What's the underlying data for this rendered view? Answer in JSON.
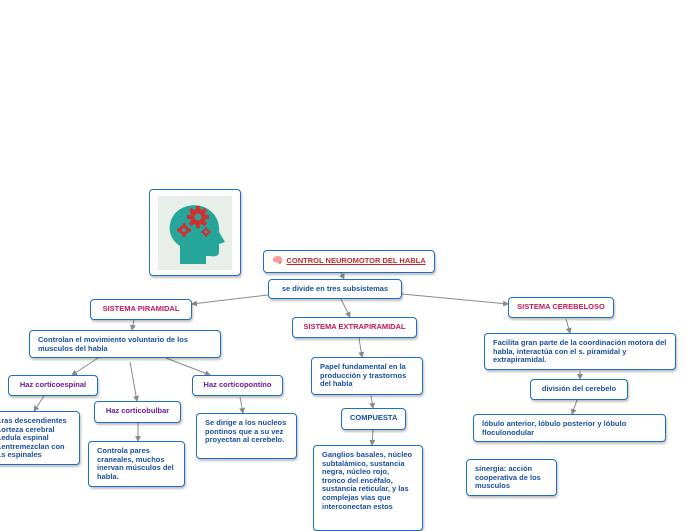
{
  "root": {
    "label": "CONTROL NEUROMOTOR DEL HABLA",
    "icon": "brain-icon"
  },
  "intro": "se divide en tres subsistemas",
  "piramidal": {
    "title": "SISTEMA PIRAMIDAL",
    "desc": "Controlan el movimiento voluntario de los musculos del habla",
    "corticoespinal": {
      "title": "Haz corticoespinal",
      "desc": "...ras descendientes ...orteza cerebral ...edula espinal ...entremezclan con ...s espinales"
    },
    "corticobulbar": {
      "title": "Haz corticobulbar",
      "desc": "Controla pares craneales, muchos inervan músculos del habla."
    },
    "corticopontino": {
      "title": "Haz corticopontino",
      "desc": "Se dirige a los nucleos pontinos que a su vez proyectan al cerebelo."
    }
  },
  "extrapiramidal": {
    "title": "SISTEMA EXTRAPIRAMIDAL",
    "desc": "Papel fundamental en la producción y trastornos del habla",
    "compuesta": "COMPUESTA",
    "components": "Ganglios basales, núcleo subtalámico, sustancia negra, núcleo rojo, tronco del encéfalo, sustancia reticular, y las complejas vías que interconectan estos"
  },
  "cerebeloso": {
    "title": "SISTEMA CEREBELOSO",
    "desc": "Facilita gran parte de la coordinación motora del habla, interactúa con el s. piramidal y extrapiramidal.",
    "division": "división del cerebelo",
    "lobes": "lóbulo anterior, lóbulo posterior y lóbulo floculonodular",
    "sinergia": "sinergia: acción cooperativa de los musculos"
  },
  "image": {
    "icon": "head-gears-icon",
    "colors": {
      "bg": "#e8eee8",
      "head": "#26a69a",
      "gear": "#d32f2f"
    }
  },
  "colors": {
    "border": "#1f6fc5",
    "text": "#1a4f9c",
    "title_pink": "#c2185b",
    "title_purple": "#6a1b9a",
    "root": "#c62828",
    "line": "#8a8a8a"
  }
}
